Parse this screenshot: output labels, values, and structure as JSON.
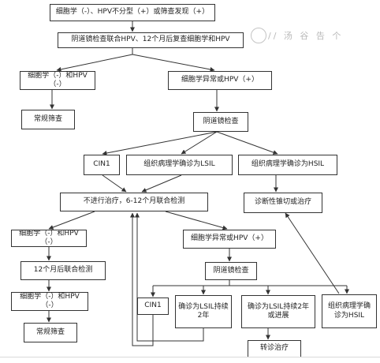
{
  "watermark": {
    "logo_icon": "circle-logo-icon",
    "text": "// 汤 谷 告 个"
  },
  "nodes": {
    "n1": "细胞学（-）、HPV不分型（+）或筛查发现（+）",
    "n2": "阴道镜检查联合HPV、12个月后复查细胞学和HPV",
    "n3": "细胞学（-）和HPV（-）",
    "n4": "细胞学异常或HPV（+）",
    "n5": "常规筛查",
    "n6": "阴道镜检查",
    "n7": "CIN1",
    "n8": "组织病理学确诊为LSIL",
    "n9": "组织病理学确诊为HSIL",
    "n10": "不进行治疗，6-12个月联合检测",
    "n11": "诊断性锥切或治疗",
    "n12": "细胞学（-）和HPV（-）",
    "n13": "细胞学异常或HPV（+）",
    "n14": "12个月后联合检测",
    "n15": "阴道镜检查",
    "n16": "细胞学（-）和HPV（-）",
    "n17": "CIN1",
    "n18": "确诊为LSIL持续2年",
    "n19": "确诊为LSIL持续2年或进展",
    "n20": "组织病理学确诊为HSIL",
    "n21": "常规筛查",
    "n22": "转诊治疗"
  }
}
